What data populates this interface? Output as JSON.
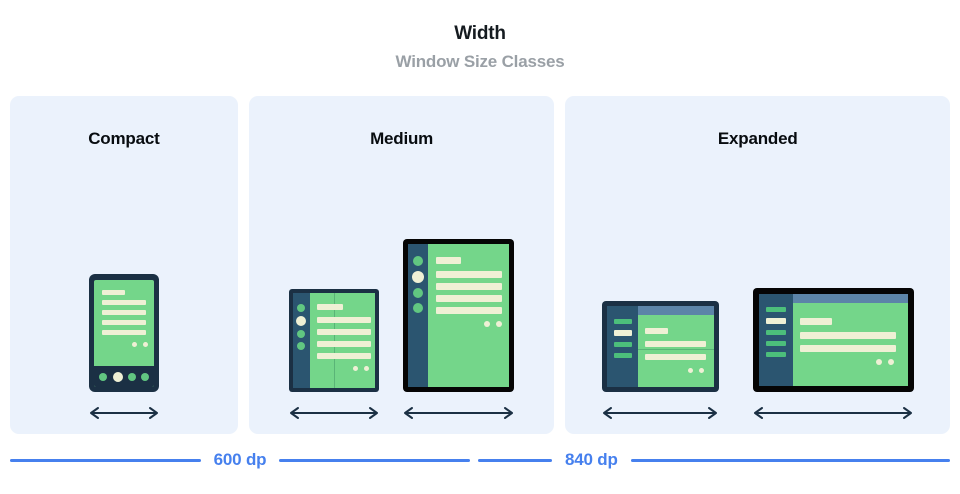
{
  "header": {
    "title": "Width",
    "subtitle": "Window Size Classes"
  },
  "colors": {
    "panel_bg": "#ebf2fc",
    "accent_blue": "#4680ee",
    "device_navy": "#1b3044",
    "device_black": "#050505",
    "screen_green": "#74d68a",
    "content_cream": "#eff0d5",
    "rail_teal": "#2b5570",
    "appbar_blue": "#5c84a8",
    "title_dark": "#151b20",
    "subtitle_gray": "#9aa0a6"
  },
  "panels": [
    {
      "key": "compact",
      "title": "Compact",
      "devices": [
        {
          "name": "phone",
          "arrow_width": 72
        }
      ]
    },
    {
      "key": "medium",
      "title": "Medium",
      "devices": [
        {
          "name": "foldable-portrait",
          "arrow_width": 92
        },
        {
          "name": "tablet-portrait",
          "arrow_width": 113
        }
      ]
    },
    {
      "key": "expanded",
      "title": "Expanded",
      "devices": [
        {
          "name": "foldable-landscape",
          "arrow_width": 118
        },
        {
          "name": "tablet-landscape",
          "arrow_width": 162
        }
      ]
    }
  ],
  "measures": [
    {
      "label": "600 dp"
    },
    {
      "label": "840 dp"
    }
  ]
}
